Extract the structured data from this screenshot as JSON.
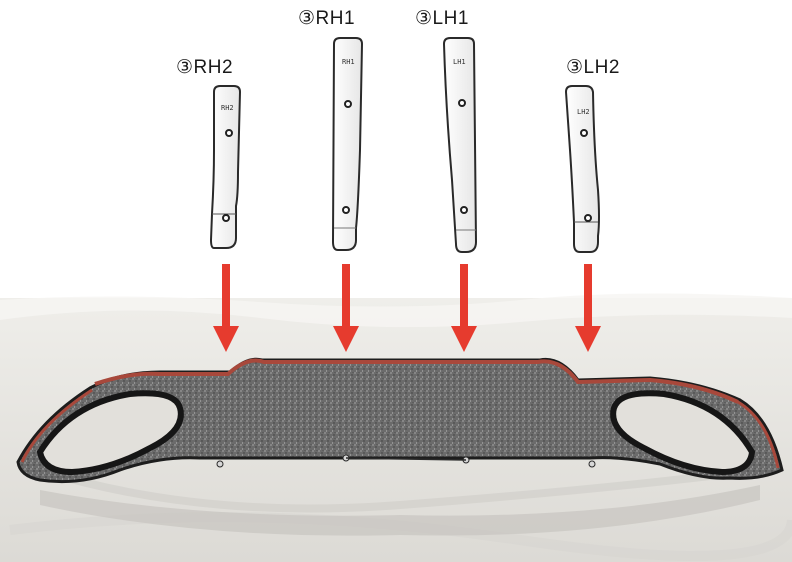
{
  "labels": {
    "rh2": "③RH2",
    "rh1": "③RH1",
    "lh1": "③LH1",
    "lh2": "③LH2"
  },
  "strip_tags": {
    "rh2": "RH2",
    "rh1": "RH1",
    "lh1": "LH1",
    "lh2": "LH2"
  },
  "colors": {
    "arrow": "#e63b2e",
    "strip_fill": "#f4f4f4",
    "strip_outline": "#2a2a2a",
    "diffuser_body": "#5a5a5a",
    "diffuser_trim": "#a8483b",
    "backdrop": "#e9e8e4"
  }
}
